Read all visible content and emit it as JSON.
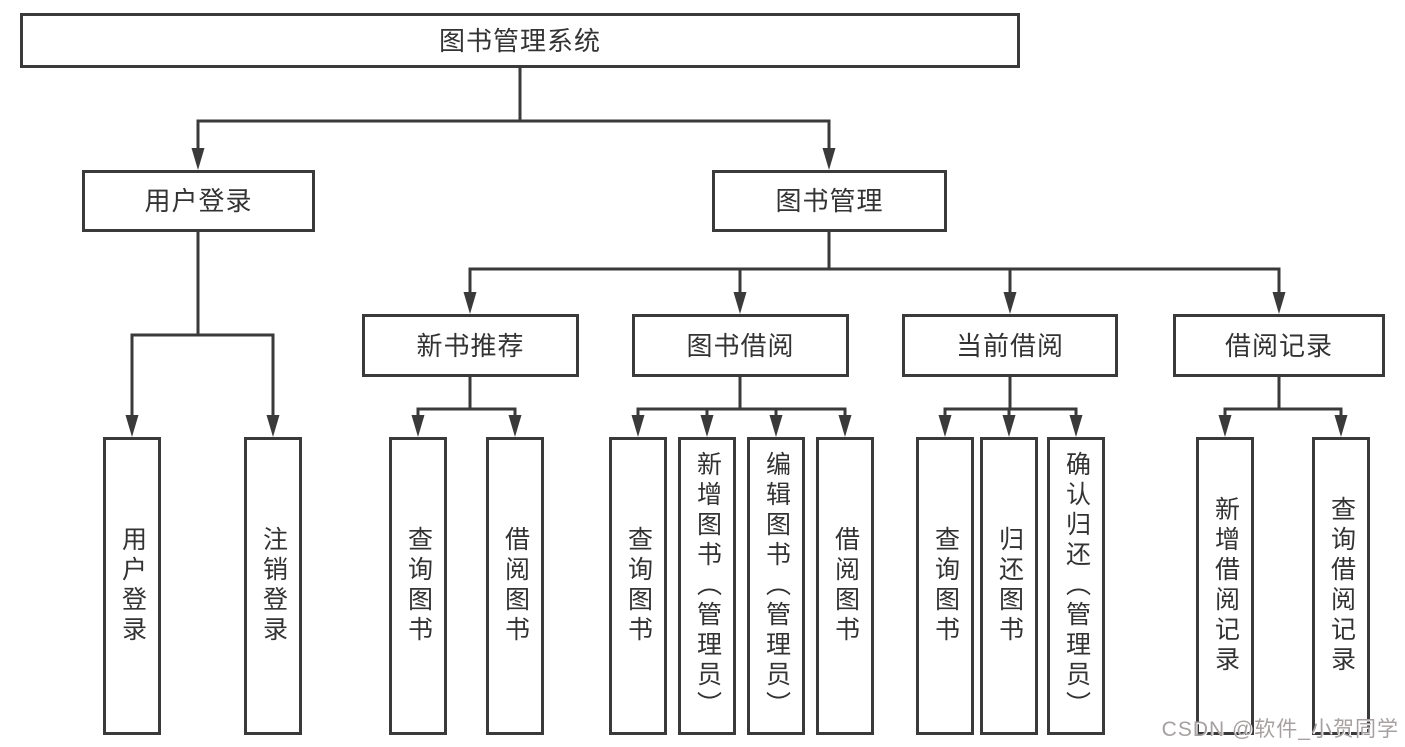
{
  "diagram": {
    "root": "图书管理系统",
    "level2": {
      "user_login": "用户登录",
      "book_mgmt": "图书管理"
    },
    "level3": {
      "new_book_rec": "新书推荐",
      "book_borrow": "图书借阅",
      "current_borrow": "当前借阅",
      "borrow_record": "借阅记录"
    },
    "leaves": {
      "user_login": "用户登录",
      "logout": "注销登录",
      "nb_query_book": "查询图书",
      "nb_borrow_book": "借阅图书",
      "bb_query_book": "查询图书",
      "bb_add_book_admin": "新增图书（管理员）",
      "bb_edit_book_admin": "编辑图书（管理员）",
      "bb_borrow_book": "借阅图书",
      "cb_query_book": "查询图书",
      "cb_return_book": "归还图书",
      "cb_confirm_return_admin": "确认归还（管理员）",
      "br_add_record": "新增借阅记录",
      "br_query_record": "查询借阅记录"
    },
    "tree": {
      "图书管理系统": {
        "用户登录": [
          "用户登录",
          "注销登录"
        ],
        "图书管理": {
          "新书推荐": [
            "查询图书",
            "借阅图书"
          ],
          "图书借阅": [
            "查询图书",
            "新增图书（管理员）",
            "编辑图书（管理员）",
            "借阅图书"
          ],
          "当前借阅": [
            "查询图书",
            "归还图书",
            "确认归还（管理员）"
          ],
          "借阅记录": [
            "新增借阅记录",
            "查询借阅记录"
          ]
        }
      }
    }
  },
  "watermark": {
    "text": "CSDN @软件_小贺同学"
  },
  "colors": {
    "line": "#3a3a3a",
    "box_border": "#3a3a3a",
    "text": "#333333",
    "background": "#ffffff",
    "watermark": "#a6a0a0"
  }
}
